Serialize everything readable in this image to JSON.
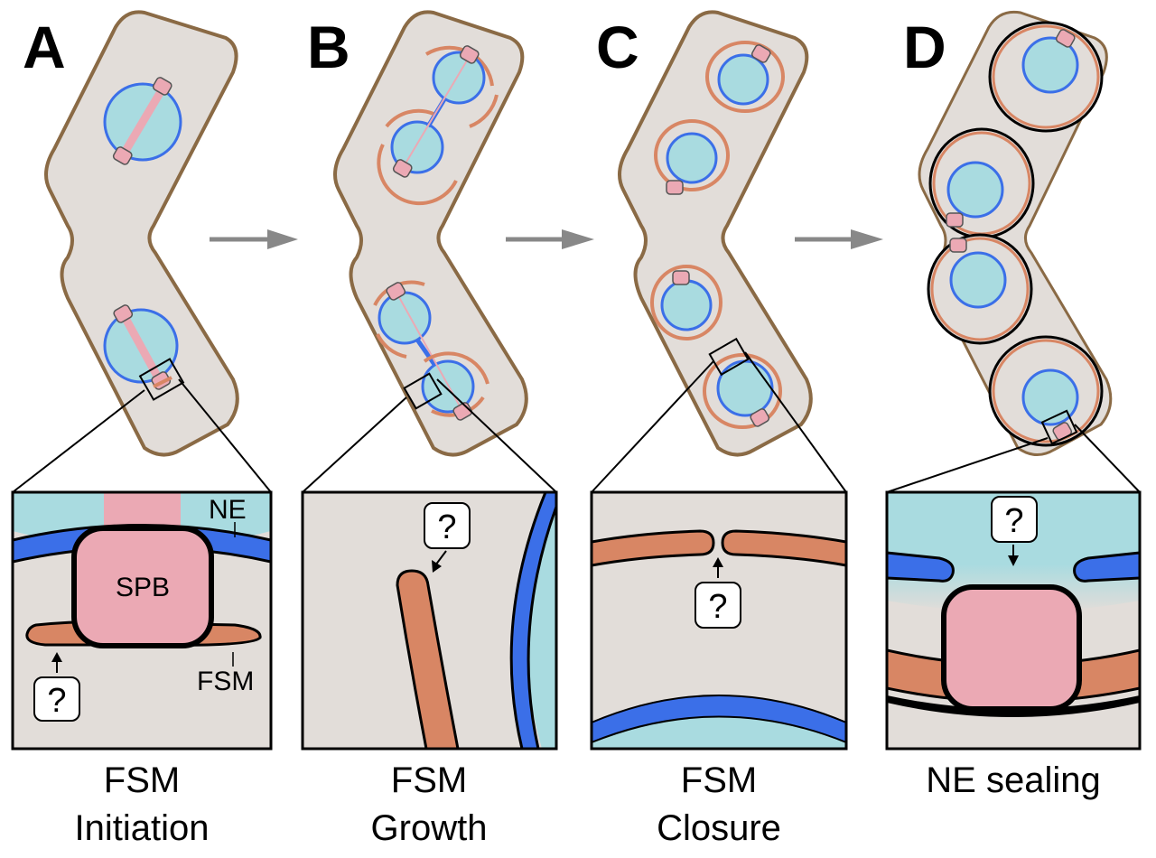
{
  "panels": [
    {
      "letter": "A",
      "caption_line1": "FSM",
      "caption_line2": "Initiation"
    },
    {
      "letter": "B",
      "caption_line1": "FSM",
      "caption_line2": "Growth"
    },
    {
      "letter": "C",
      "caption_line1": "FSM",
      "caption_line2": "Closure"
    },
    {
      "letter": "D",
      "caption_line1": "NE sealing",
      "caption_line2": ""
    }
  ],
  "labels": {
    "ne": "NE",
    "spb": "SPB",
    "fsm": "FSM",
    "unknown": "?"
  },
  "colors": {
    "cell_fill": "#e2ddd9",
    "cell_outline": "#8a6a45",
    "nucleus": "#a9dbe0",
    "nuclear_envelope": "#3b6fe8",
    "spb": "#eba9b4",
    "fsm": "#d88664",
    "arrow": "#888888"
  }
}
